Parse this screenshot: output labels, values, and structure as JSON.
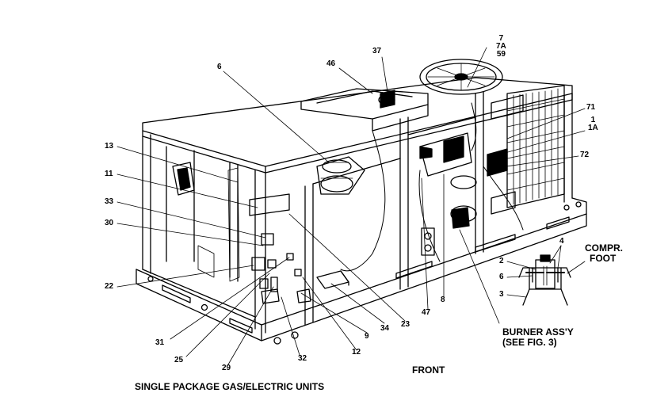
{
  "diagram": {
    "caption": "SINGLE PACKAGE GAS/ELECTRIC UNITS",
    "front_label": "FRONT",
    "burner_label_line1": "BURNER ASS'Y",
    "burner_label_line2": "(SEE FIG. 3)",
    "compressor_foot_line1": "COMPR.",
    "compressor_foot_line2": "FOOT",
    "callouts": {
      "c7": "7",
      "c7a": "7A",
      "c59": "59",
      "c37": "37",
      "c46": "46",
      "c6": "6",
      "c71": "71",
      "c1": "1",
      "c1a": "1A",
      "c72": "72",
      "c13": "13",
      "c11": "11",
      "c33": "33",
      "c30": "30",
      "c22": "22",
      "c31": "31",
      "c25": "25",
      "c29": "29",
      "c32": "32",
      "c12": "12",
      "c9": "9",
      "c34": "34",
      "c23": "23",
      "c47": "47",
      "c8": "8",
      "c4": "4",
      "c2": "2",
      "c6b": "6",
      "c3": "3"
    }
  }
}
